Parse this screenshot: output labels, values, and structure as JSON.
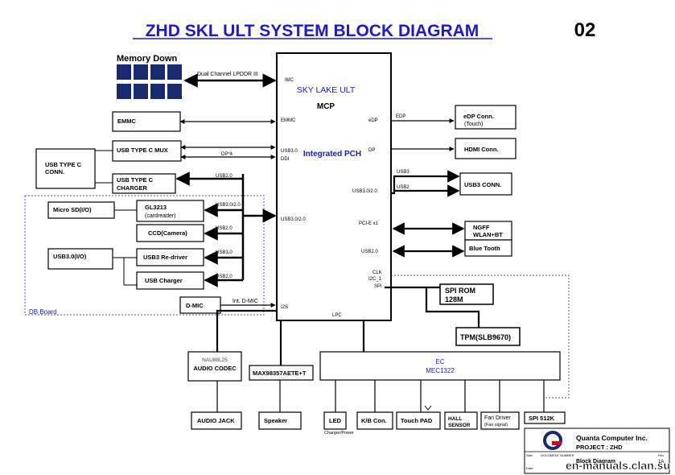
{
  "header": {
    "title": "ZHD SKL ULT SYSTEM BLOCK DIAGRAM",
    "page_number": "02"
  },
  "cpu": {
    "name": "SKY LAKE ULT",
    "package": "MCP",
    "pch_label": "Integrated  PCH",
    "pins": {
      "imc": "IMC",
      "emmc": "EMMC",
      "usb30_ddi_1": "USB3.0",
      "usb30_ddi_2": "DDI",
      "usb3020": "USB3.0/2.0",
      "edp": "eDP",
      "dp": "DP",
      "usb3020_right": "USB3.0/2.0",
      "pcie": "PCI-E x1",
      "usb20": "USB2.0",
      "clk": "CLK",
      "i2c": "I2C_1",
      "spi": "SPI",
      "i2s": "I2S",
      "lpc": "LPC"
    }
  },
  "memory": {
    "title": "Memory Down",
    "bus_label": "Dual Channel LPDDR III"
  },
  "blocks": {
    "emmc": "EMMC",
    "usb_typec_mux": "USB TYPE C MUX",
    "usb_typec_conn_1": "USB TYPE C",
    "usb_typec_conn_2": "CONN.",
    "usb_typec_charger_1": "USB TYPE C",
    "usb_typec_charger_2": "CHARGER",
    "micro_sd": "Micro SD(I/O)",
    "gl3213_1": "GL3213",
    "gl3213_2": "(cardreader)",
    "ccd": "CCD(Camera)",
    "usb30_io": "USB3.0(I/O)",
    "usb3_redriver": "USB3 Re-driver",
    "usb_charger": "USB Charger",
    "dmic": "D-MIC",
    "db_board": "DB Board",
    "edp_conn_1": "eDP  Conn.",
    "edp_conn_2": "(Touch)",
    "hdmi_conn": "HDMI Conn.",
    "usb3_conn": "USB3 CONN.",
    "ngff_1": "NGFF",
    "ngff_2": "WLAN+BT",
    "bluetooth": "Blue Tooth",
    "spi_rom_1": "SPI ROM",
    "spi_rom_2": "128M",
    "tpm": "TPM(SLB9670)",
    "audio_codec_1": "NAU88L25",
    "audio_codec_2": "AUDIO CODEC",
    "amp": "MAX98357AETE+T",
    "ec_1": "EC",
    "ec_2": "MEC1322",
    "audio_jack": "AUDIO JACK",
    "speaker": "Speaker",
    "led": "LED",
    "led_sub": "Charger/Power",
    "kb_con": "K/B Con.",
    "touch_pad": "Touch PAD",
    "hall_1": "HALL",
    "hall_2": "SENSOR",
    "fan_1": "Fan Driver",
    "fan_2": "(Fan signal)",
    "spi_512k": "SPI 512K"
  },
  "bus_labels": {
    "dp4": "DP*4",
    "usb20_a": "USB2.0",
    "usb3020_a": "USB3.0/2.0",
    "usb20_b": "USB2.0",
    "usb30_a": "USB3.0",
    "usb20_c": "USB2.0",
    "int_dmic": "Int. D-MIC",
    "edp": "EDP",
    "usb3": "USB3",
    "usb2": "USB2"
  },
  "title_block": {
    "company": "Quanta Computer Inc.",
    "project_label": "PROJECT  :  ZHD",
    "document_label": "DOCUMENT NUMBER",
    "block_label": "Block Diagram",
    "size_label": "Size",
    "date_label": "Date",
    "rev_label": "Rev",
    "rev_value": "1A"
  },
  "watermark": "en-manuals.clan.su",
  "colors": {
    "line": "#000000",
    "accent": "#1a1acc",
    "dotted": "#4a5ab0"
  }
}
